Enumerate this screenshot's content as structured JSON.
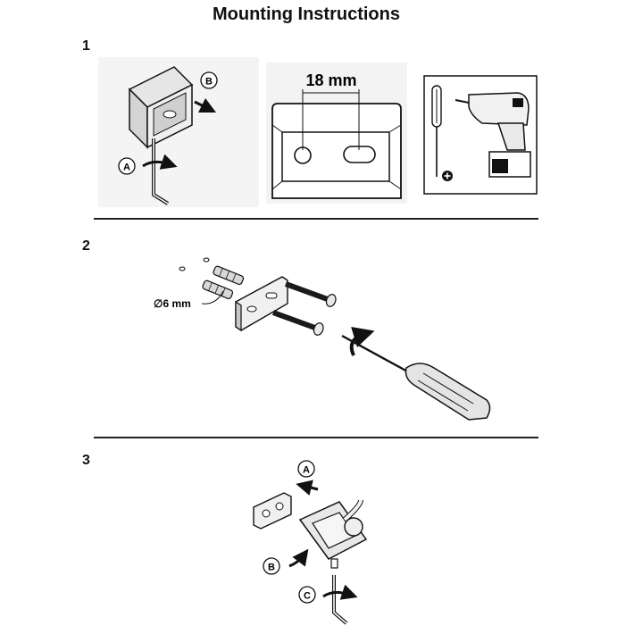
{
  "document": {
    "title": "Mounting Instructions"
  },
  "steps": [
    {
      "number": "1"
    },
    {
      "number": "2"
    },
    {
      "number": "3"
    }
  ],
  "step1": {
    "label_a": "A",
    "label_b": "B",
    "dimension": "18 mm"
  },
  "step2": {
    "dimension": "∅6 mm"
  },
  "step3": {
    "label_a": "A",
    "label_b": "B",
    "label_c": "C"
  },
  "icons": [
    "hex-key-icon",
    "drill-icon",
    "screwdriver-icon",
    "rotate-arrow-icon",
    "phillips-plus-icon"
  ]
}
